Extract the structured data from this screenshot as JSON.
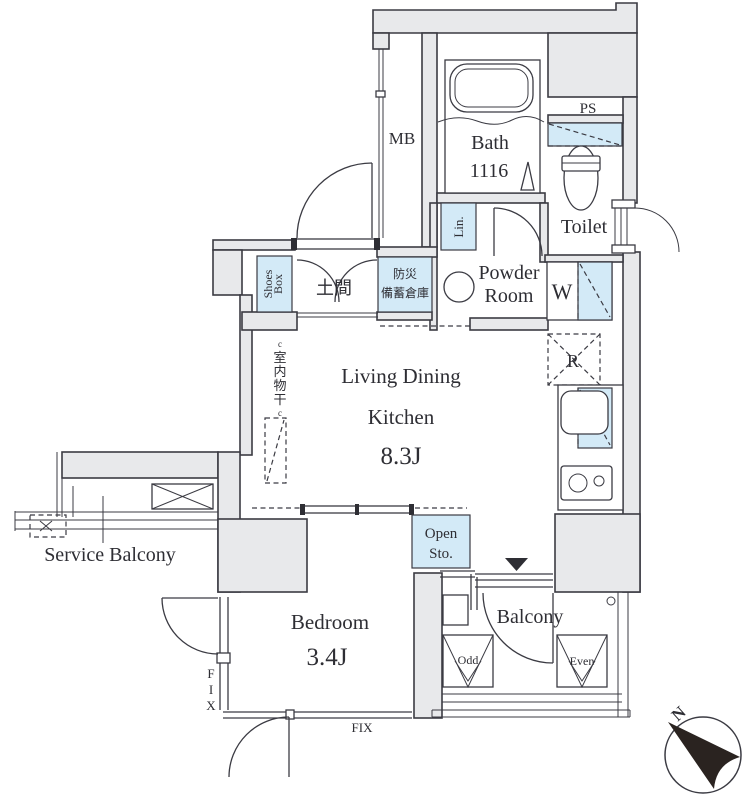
{
  "colors": {
    "wall_fill": "#e8e9eb",
    "line": "#3b3b43",
    "closet_highlight": "#d3eaf7",
    "floor": "#ffffff",
    "compass_needle": "#2a2320"
  },
  "rooms": {
    "bath": {
      "label": "Bath",
      "size": "1116"
    },
    "toilet": {
      "label": "Toilet"
    },
    "powder_room": {
      "label_line1": "Powder",
      "label_line2": "Room"
    },
    "ldk": {
      "label_line1": "Living Dining",
      "label_line2": "Kitchen",
      "area": "8.3J"
    },
    "bedroom": {
      "label": "Bedroom",
      "area": "3.4J"
    },
    "balcony": {
      "label": "Balcony"
    },
    "service_balcony": {
      "label": "Service Balcony"
    },
    "entrance": {
      "label": "土間"
    }
  },
  "fixtures": {
    "meter_box": "MB",
    "pipe_space": "PS",
    "linen": "Lin.",
    "washer": "W",
    "refrigerator": "R",
    "shoes_box": [
      "Shoes",
      "Box"
    ],
    "disaster_storage": [
      "防災",
      "備蓄倉庫"
    ],
    "open_storage": [
      "Open",
      "Sto."
    ],
    "indoor_drying": [
      "c",
      "室",
      "内",
      "物",
      "干",
      "c"
    ],
    "fix_window_side": [
      "F",
      "I",
      "X"
    ],
    "fix_window_bottom": "FIX",
    "hatch_odd": "Odd",
    "hatch_even": "Even"
  },
  "compass": {
    "north_label": "N"
  }
}
